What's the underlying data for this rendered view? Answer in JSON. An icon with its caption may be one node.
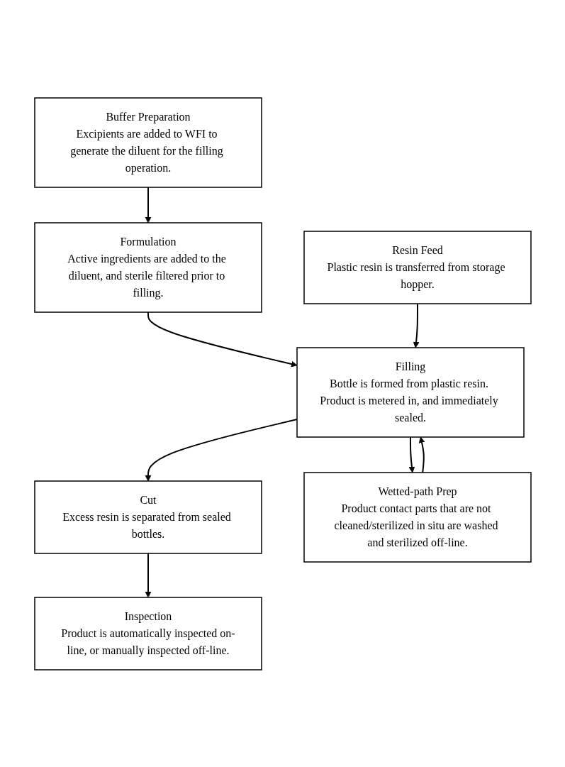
{
  "diagram": {
    "nodes": [
      {
        "text": [
          "Buffer Preparation",
          "Excipients are added to WFI to generate the diluent for the filling operation."
        ]
      },
      {
        "text": [
          "Formulation",
          "Active ingredients are added to the diluent, and sterile filtered prior to filling."
        ]
      },
      {
        "text": [
          "Filling",
          "Bottle is formed from plastic resin. Product is metered in, and immediately sealed."
        ]
      },
      {
        "text": [
          "Resin Feed",
          "Plastic resin is transferred from storage hopper."
        ]
      },
      {
        "text": [
          "Cut",
          "Excess resin is separated from sealed bottles."
        ]
      },
      {
        "text": [
          "Wetted-path Prep",
          "Product contact parts that are not cleaned/sterilized in situ are washed and sterilized off-line."
        ]
      },
      {
        "text": [
          "Inspection",
          "Product is automatically inspected on-line, or manually inspected off-line."
        ]
      }
    ],
    "edges": [
      {
        "from": 0,
        "to": 1,
        "arrow": "to"
      },
      {
        "from": 1,
        "to": 2,
        "arrow": "to"
      },
      {
        "from": 3,
        "to": 2,
        "arrow": "to"
      },
      {
        "from": 5,
        "to": 2,
        "arrow": "to"
      },
      {
        "from": 2,
        "to": 5,
        "arrow": "to"
      },
      {
        "from": 2,
        "to": 4,
        "arrow": "to"
      },
      {
        "from": 4,
        "to": 6,
        "arrow": "to"
      }
    ]
  }
}
